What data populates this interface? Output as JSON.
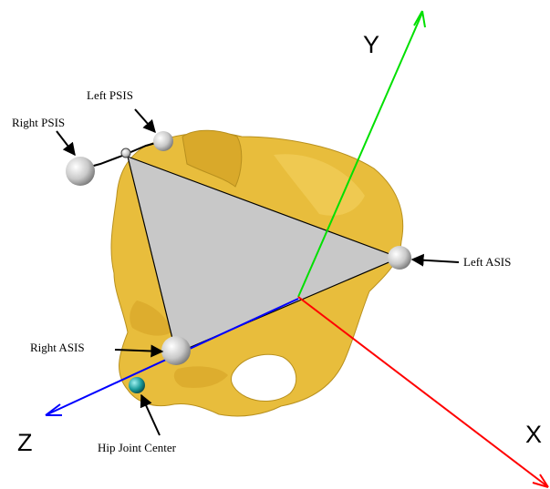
{
  "axes": {
    "x_label": "X",
    "y_label": "Y",
    "z_label": "Z"
  },
  "landmarks": {
    "left_psis": "Left PSIS",
    "right_psis": "Right PSIS",
    "left_asis": "Left ASIS",
    "right_asis": "Right ASIS",
    "hip_joint_center": "Hip Joint Center"
  },
  "colors": {
    "x_axis": "#ff0000",
    "y_axis": "#00e000",
    "z_axis": "#0000ff",
    "bone": "#e8bd3c",
    "triangle": "#c8c8c8",
    "marker": "#d8d8d8",
    "hip_marker": "#1a9a9a"
  }
}
